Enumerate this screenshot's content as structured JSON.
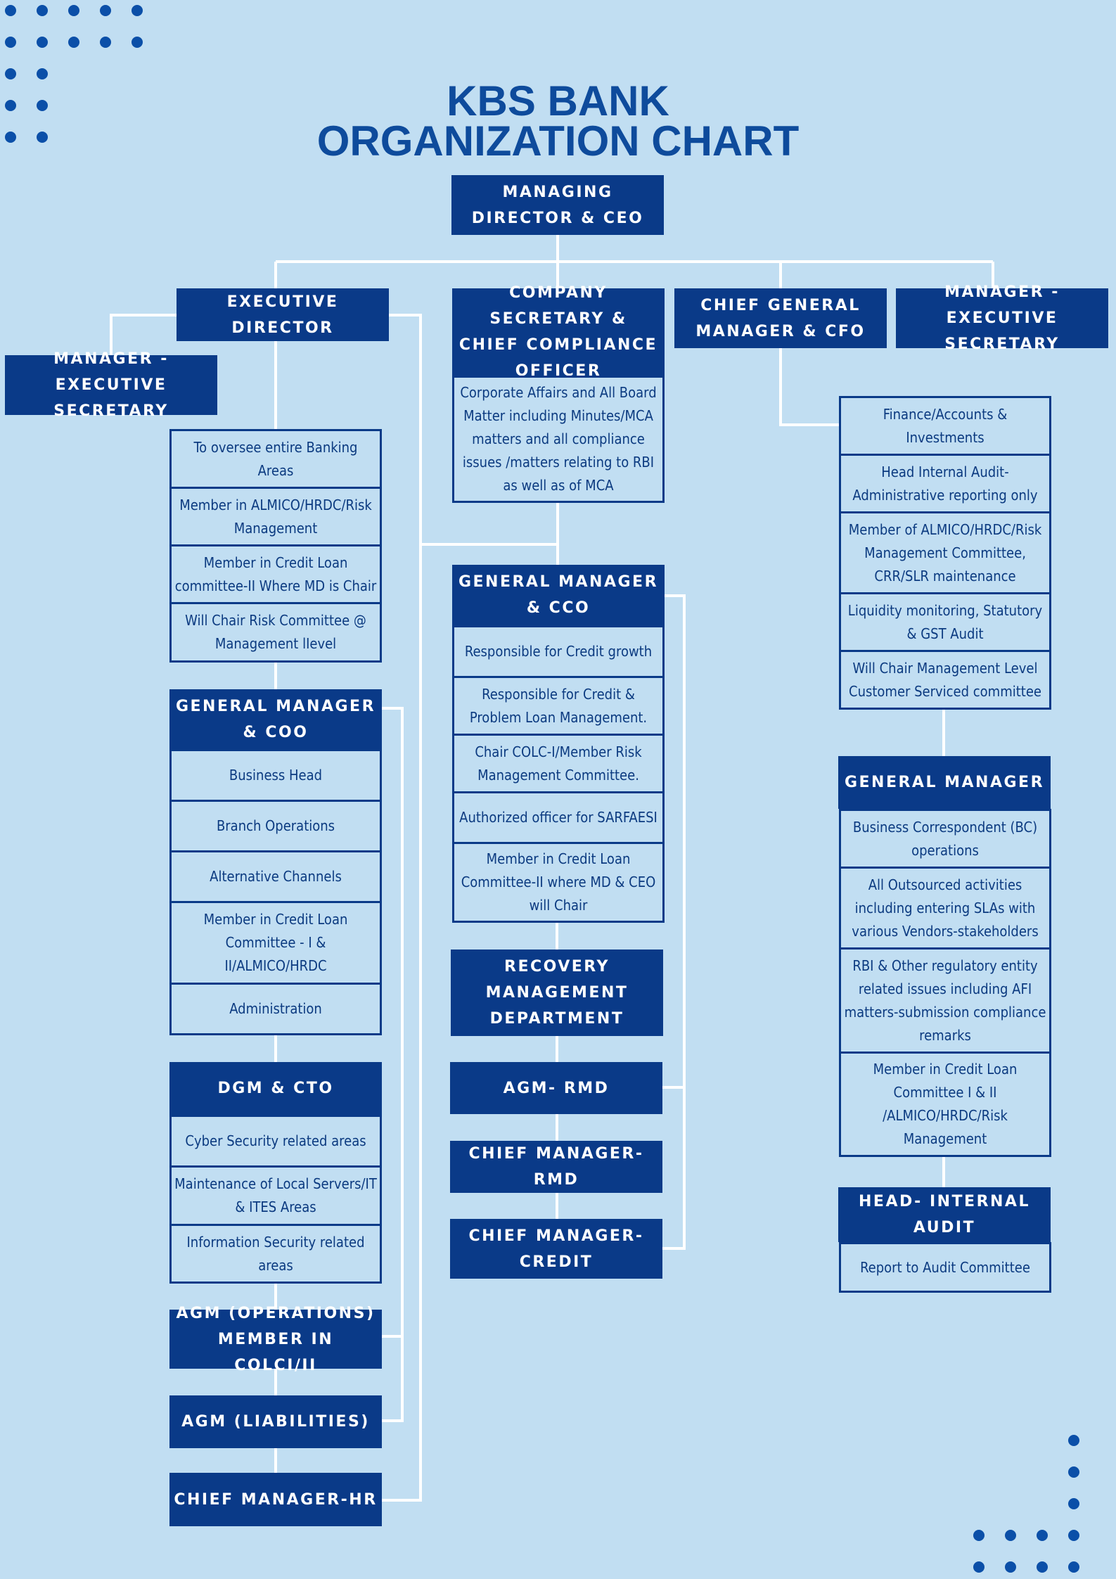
{
  "title": {
    "line1": "KBS BANK",
    "line2": "ORGANIZATION CHART"
  },
  "colors": {
    "background": "#c1def2",
    "header": "#0a3a88",
    "title": "#0e4b9c",
    "connector": "#ffffff",
    "dots": "#0b4fa8"
  },
  "ceo": "MANAGING DIRECTOR & CEO",
  "left": {
    "executive_director": "EXECUTIVE DIRECTOR",
    "exec_secretary": "MANAGER - EXECUTIVE SECRETARY",
    "ed_duties": [
      "To oversee entire Banking Areas",
      "Member in ALMICO/HRDC/Risk Management",
      "Member in Credit Loan committee-II Where MD is Chair",
      "Will Chair Risk  Committee @ Management lIevel"
    ],
    "gm_coo": "GENERAL MANAGER & COO",
    "coo_duties": [
      "Business Head",
      "Branch Operations",
      "Alternative Channels",
      "Member in Credit Loan Committee - I & II/ALMICO/HRDC",
      "Administration"
    ],
    "dgm_cto": "DGM & CTO",
    "cto_duties": [
      "Cyber Security related areas",
      "Maintenance of Local Servers/IT & ITES Areas",
      "Information Security related areas"
    ],
    "agm_operations": "AGM (OPERATIONS) MEMBER IN COLCI/II",
    "agm_liabilities": "AGM (LIABILITIES)",
    "chief_manager_hr": "CHIEF MANAGER-HR"
  },
  "middle": {
    "company_secretary": "COMPANY SECRETARY & CHIEF COMPLIANCE OFFICER",
    "cs_duties": "Corporate Affairs and All Board Matter including Minutes/MCA matters and all compliance issues /matters relating to RBI as well as of MCA",
    "gm_cco": "GENERAL MANAGER & CCO",
    "cco_duties": [
      "Responsible for Credit growth",
      "Responsible for Credit & Problem Loan Management.",
      "Chair COLC-I/Member Risk Management Committee.",
      "Authorized officer for SARFAESI",
      "Member in Credit Loan Committee-II where MD & CEO will Chair"
    ],
    "recovery": "RECOVERY MANAGEMENT DEPARTMENT",
    "agm_rmd": "AGM- RMD",
    "chief_manager_rmd": "CHIEF MANAGER- RMD",
    "chief_manager_credit": "CHIEF MANAGER- CREDIT"
  },
  "right": {
    "cgm_cfo": "CHIEF GENERAL MANAGER & CFO",
    "exec_secretary": "MANAGER - EXECUTIVE SECRETARY",
    "cfo_duties": [
      "Finance/Accounts & Investments",
      "Head Internal Audit- Administrative reporting only",
      "Member of ALMICO/HRDC/Risk Management Committee, CRR/SLR maintenance",
      "Liquidity monitoring, Statutory & GST Audit",
      "Will Chair Management Level Customer Serviced committee"
    ],
    "general_manager": "GENERAL MANAGER",
    "gm_duties": [
      "Business Correspondent (BC) operations",
      "All Outsourced activities including entering SLAs with various Vendors-stakeholders",
      "RBI & Other regulatory entity related issues including AFI matters-submission compliance remarks",
      "Member in Credit Loan Committee I & II /ALMICO/HRDC/Risk Management"
    ],
    "head_internal_audit": "HEAD- INTERNAL AUDIT",
    "audit_duties": [
      "Report to Audit Committee"
    ]
  }
}
